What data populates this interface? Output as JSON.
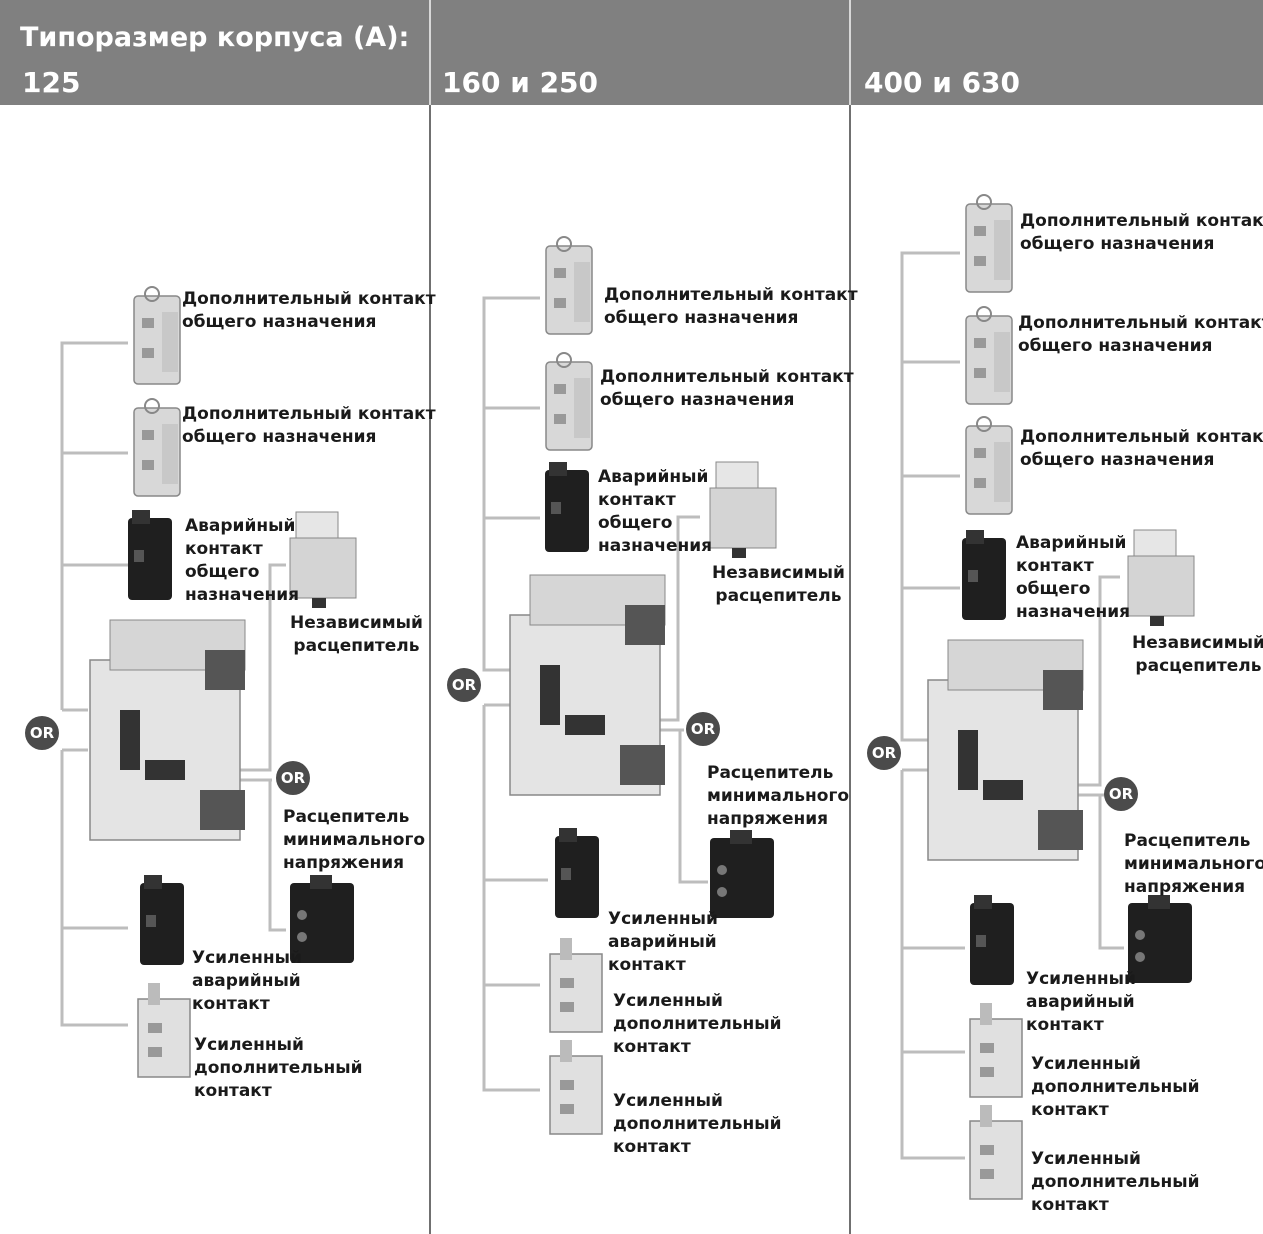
{
  "header": {
    "title": "Типоразмер корпуса (А):",
    "col1": "125",
    "col2": "160 и 250",
    "col3": "400   и  630"
  },
  "colors": {
    "header_bg": "#808080",
    "line": "#bdbdbd",
    "or_badge": "#4b4b4b",
    "separator": "#707070"
  },
  "labels": {
    "aux_contact": "Дополнительный контакт\nобщего назначения",
    "alarm_contact": "Аварийный\nконтакт\nобщего\nназначения",
    "shunt_trip": "Независимый\nрасцепитель",
    "undervoltage": "Расцепитель\nминимального\nнапряжения",
    "reinforced_alarm": "Усиленный\nаварийный\nконтакт",
    "reinforced_aux": "Усиленный\nдополнительный\nконтакт",
    "or": "OR"
  },
  "icons": [
    "aux-contact-icon",
    "alarm-contact-icon",
    "shunt-trip-icon",
    "breaker-icon",
    "undervoltage-release-icon",
    "reinforced-alarm-icon",
    "reinforced-aux-icon"
  ]
}
